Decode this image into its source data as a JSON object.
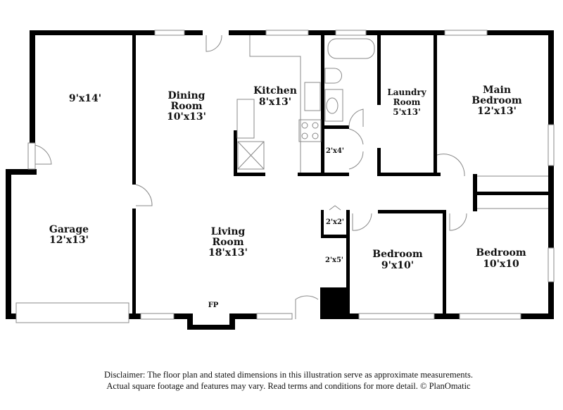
{
  "rooms": {
    "garage_upper": {
      "dims": "9'x14'"
    },
    "dining": {
      "name1": "Dining",
      "name2": "Room",
      "dims": "10'x13'"
    },
    "kitchen": {
      "name": "Kitchen",
      "dims": "8'x13'"
    },
    "garage": {
      "name": "Garage",
      "dims": "12'x13'"
    },
    "living": {
      "name1": "Living",
      "name2": "Room",
      "dims": "18'x13'"
    },
    "fireplace": {
      "name": "FP"
    },
    "laundry": {
      "name1": "Laundry",
      "name2": "Room",
      "dims": "5'x13'"
    },
    "main_bedroom": {
      "name1": "Main",
      "name2": "Bedroom",
      "dims": "12'x13'"
    },
    "closet_a": {
      "dims": "2'x4'"
    },
    "closet_b": {
      "dims": "2'x2'"
    },
    "closet_c": {
      "dims": "2'x5'"
    },
    "bedroom_2": {
      "name": "Bedroom",
      "dims": "9'x10'"
    },
    "bedroom_3": {
      "name": "Bedroom",
      "dims": "10'x10"
    }
  },
  "disclaimer": {
    "line1": "Disclaimer: The floor plan and stated dimensions in this illustration serve as approximate measurements.",
    "line2": "Actual square footage and features may vary. Read terms and conditions for more detail. © PlanOmatic"
  },
  "colors": {
    "wall": "#000000",
    "fixture": "#9a9a9a"
  }
}
